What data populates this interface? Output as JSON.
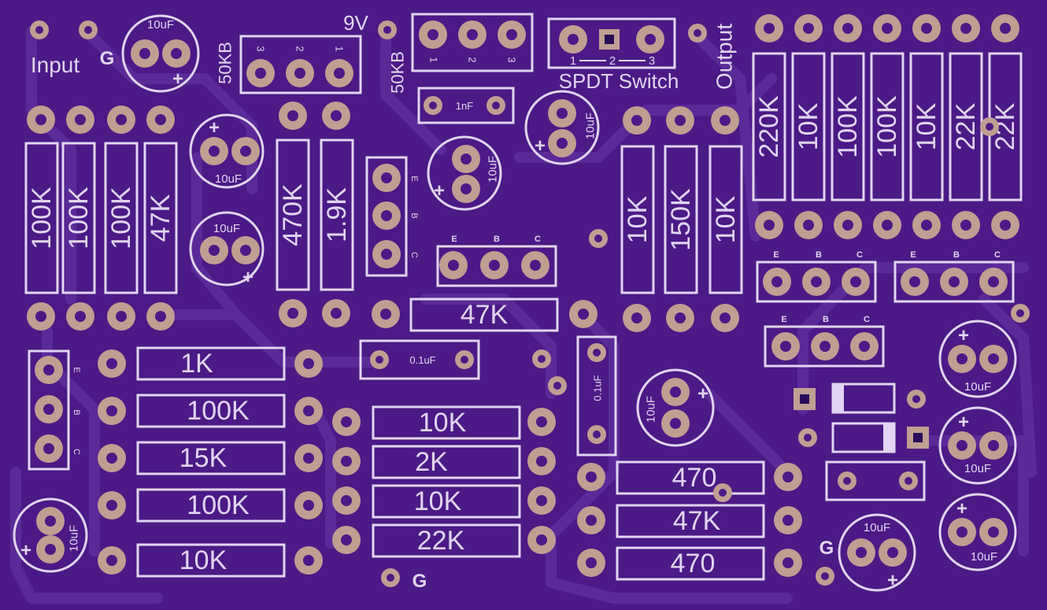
{
  "board": {
    "colors": {
      "background": "#4b1a86",
      "trace": "#5a2a98",
      "silkscreen": "#e3d4f2",
      "pad_copper": "#bf9f92",
      "pad_hole": "#4b1a86",
      "pad_square": "#2a0b5a"
    },
    "labels": {
      "nine_volt": "9V",
      "input": "Input",
      "ground_input": "G",
      "ground_bottom": "G",
      "ground_right": "G",
      "output": "Output",
      "pot_1_value": "50KB",
      "pot_2_value": "50KB",
      "switch_label": "SPDT Switch",
      "pin_1": "1",
      "pin_2": "2",
      "pin_3": "3",
      "pin_e": "E",
      "pin_b": "B",
      "pin_c": "C"
    },
    "resistors": {
      "r_100k_a": "100K",
      "r_100k_b": "100K",
      "r_100k_c": "100K",
      "r_47k_v": "47K",
      "r_470k": "470K",
      "r_1_9k": "1.9K",
      "r_47k_h": "47K",
      "r_10k_mid_a": "10K",
      "r_150k": "150K",
      "r_10k_mid_b": "10K",
      "r_220k": "220K",
      "r_10k_right_a": "10K",
      "r_100k_right_a": "100K",
      "r_100k_right_b": "100K",
      "r_10k_right_b": "10K",
      "r_22k_right_a": "22K",
      "r_22k_right_b": "22K",
      "r_1k": "1K",
      "r_100k_left_a": "100K",
      "r_15k": "15K",
      "r_100k_left_b": "100K",
      "r_10k_left": "10K",
      "r_10k_center_a": "10K",
      "r_2k": "2K",
      "r_10k_center_b": "10K",
      "r_22k_center": "22K",
      "r_470_a": "470",
      "r_47k_bottom": "47K",
      "r_470_b": "470"
    },
    "capacitors": {
      "c_1nf": "1nF",
      "c_0_1uf_h": "0.1uF",
      "c_0_1uf_v": "0.1uF",
      "electrolytic": "10uF"
    }
  }
}
